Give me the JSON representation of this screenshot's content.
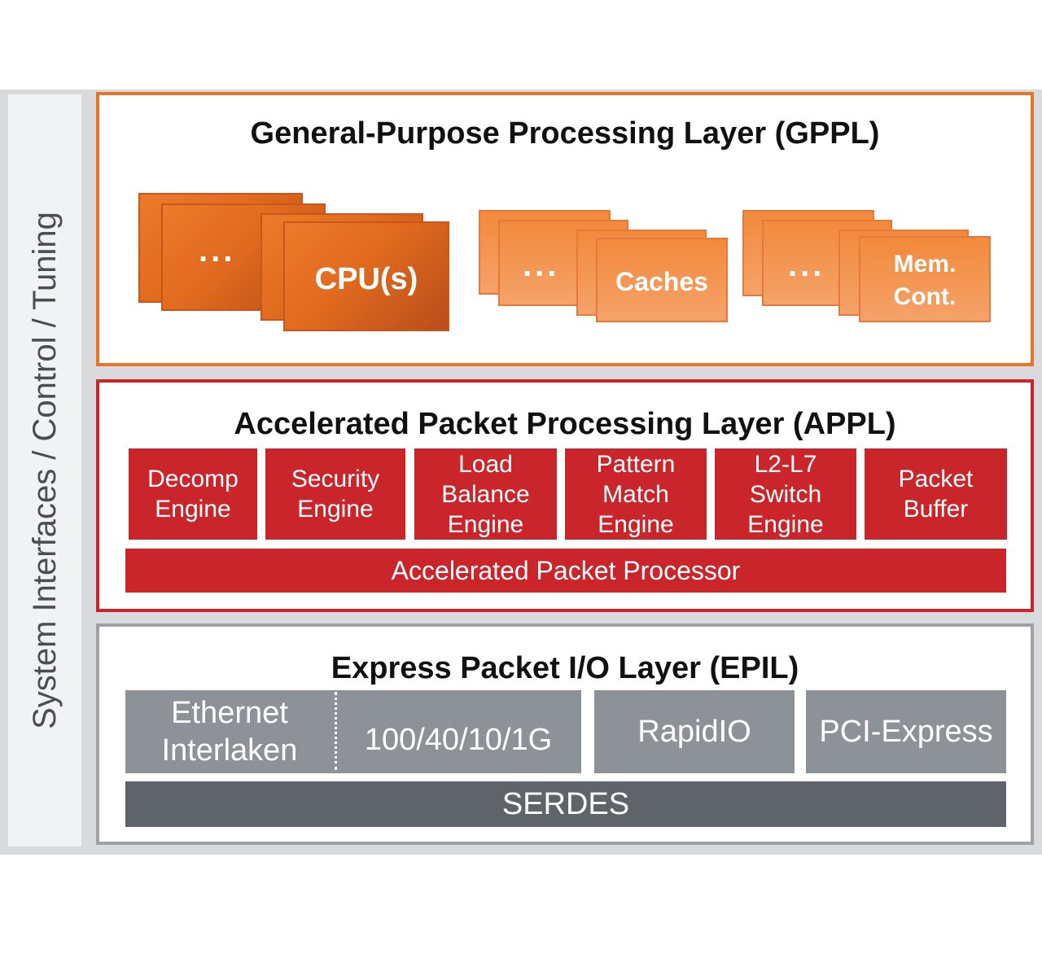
{
  "sidebar": {
    "label": "System Interfaces / Control / Tuning"
  },
  "gppl": {
    "title": "General-Purpose Processing Layer (GPPL)",
    "cpu_label": "CPU(s)",
    "caches_label": "Caches",
    "mem_label_line1": "Mem.",
    "mem_label_line2": "Cont.",
    "ellipsis": "..."
  },
  "appl": {
    "title": "Accelerated Packet Processing Layer (APPL)",
    "engines": [
      {
        "line1": "Decomp",
        "line2": "Engine"
      },
      {
        "line1": "Security",
        "line2": "Engine"
      },
      {
        "line1": "Load",
        "line2": "Balance",
        "line3": "Engine"
      },
      {
        "line1": "Pattern",
        "line2": "Match",
        "line3": "Engine"
      },
      {
        "line1": "L2-L7",
        "line2": "Switch",
        "line3": "Engine"
      },
      {
        "line1": "Packet",
        "line2": "Buffer"
      }
    ],
    "processor_label": "Accelerated Packet Processor"
  },
  "epil": {
    "title": "Express Packet I/O Layer (EPIL)",
    "ethernet_line1": "Ethernet",
    "ethernet_line2": "Interlaken",
    "speeds": "100/40/10/1G",
    "rapidio": "RapidIO",
    "pcie": "PCI-Express",
    "serdes": "SERDES"
  },
  "colors": {
    "gppl_border": "#e8742a",
    "appl_red": "#c9252b",
    "epil_gray": "#8d9298",
    "serdes_gray": "#5f646b"
  }
}
